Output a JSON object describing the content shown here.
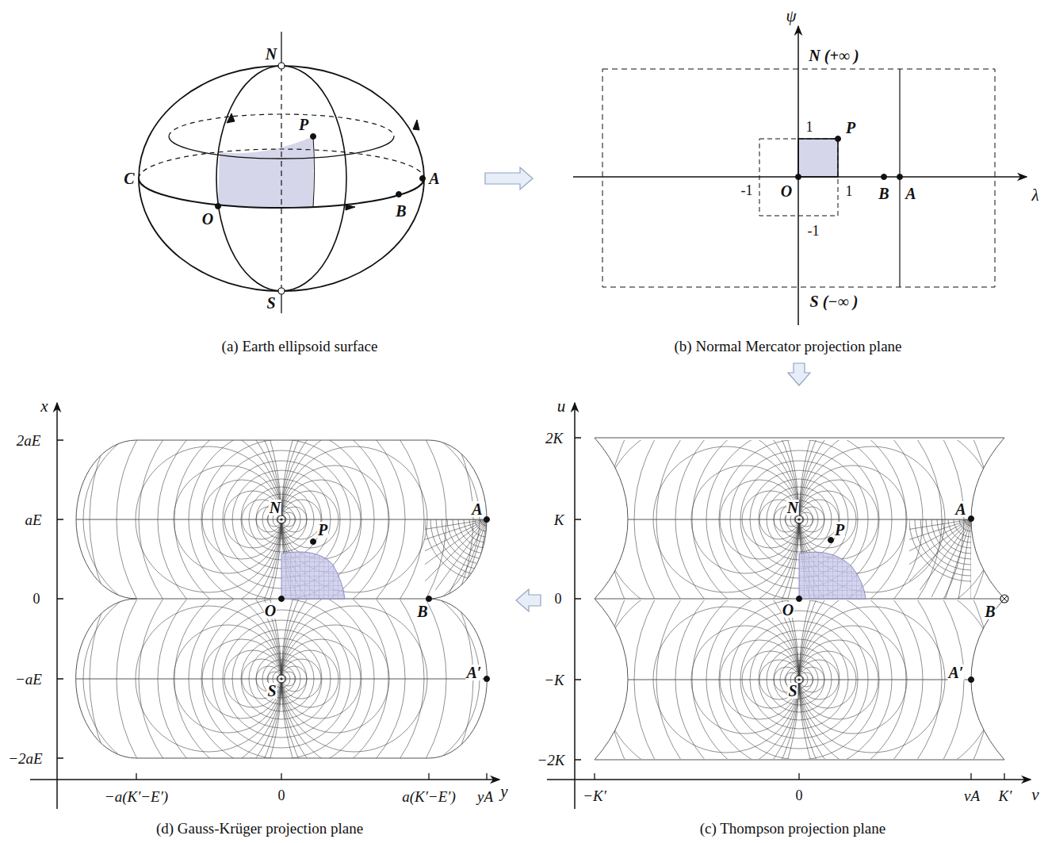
{
  "diagram": {
    "nodes": [
      {
        "text": [
          "(a) Earth ellipsoid surface"
        ]
      },
      {
        "text": [
          "(b) Normal Mercator projection plane"
        ]
      },
      {
        "text": [
          "(c) Thompson projection plane"
        ]
      },
      {
        "text": [
          "(d) Gauss-Krüger projection plane"
        ]
      }
    ],
    "edges": [
      {
        "from": 0,
        "to": 1,
        "arrow": "to"
      },
      {
        "from": 1,
        "to": 2,
        "arrow": "to"
      },
      {
        "from": 2,
        "to": 3,
        "arrow": "to"
      }
    ],
    "labels": [
      "N",
      "P",
      "C",
      "A",
      "O",
      "B",
      "S",
      "ψ",
      "N (+∞ )",
      "1",
      "P",
      "-1",
      "O",
      "1",
      "B",
      "A",
      "λ",
      "-1",
      "S (−∞ )",
      "u",
      "2K",
      "K",
      "0",
      "−K",
      "−2K",
      "−K′",
      "0",
      "vA",
      "K′",
      "v",
      "N",
      "P",
      "O",
      "B",
      "S",
      "A",
      "A′",
      "x",
      "2aE",
      "aE",
      "0",
      "−aE",
      "−2aE",
      "−a(K′−E′)",
      "0",
      "a(K′−E′)",
      "yA",
      "y",
      "N",
      "P",
      "O",
      "B",
      "S",
      "A",
      "A′"
    ]
  }
}
